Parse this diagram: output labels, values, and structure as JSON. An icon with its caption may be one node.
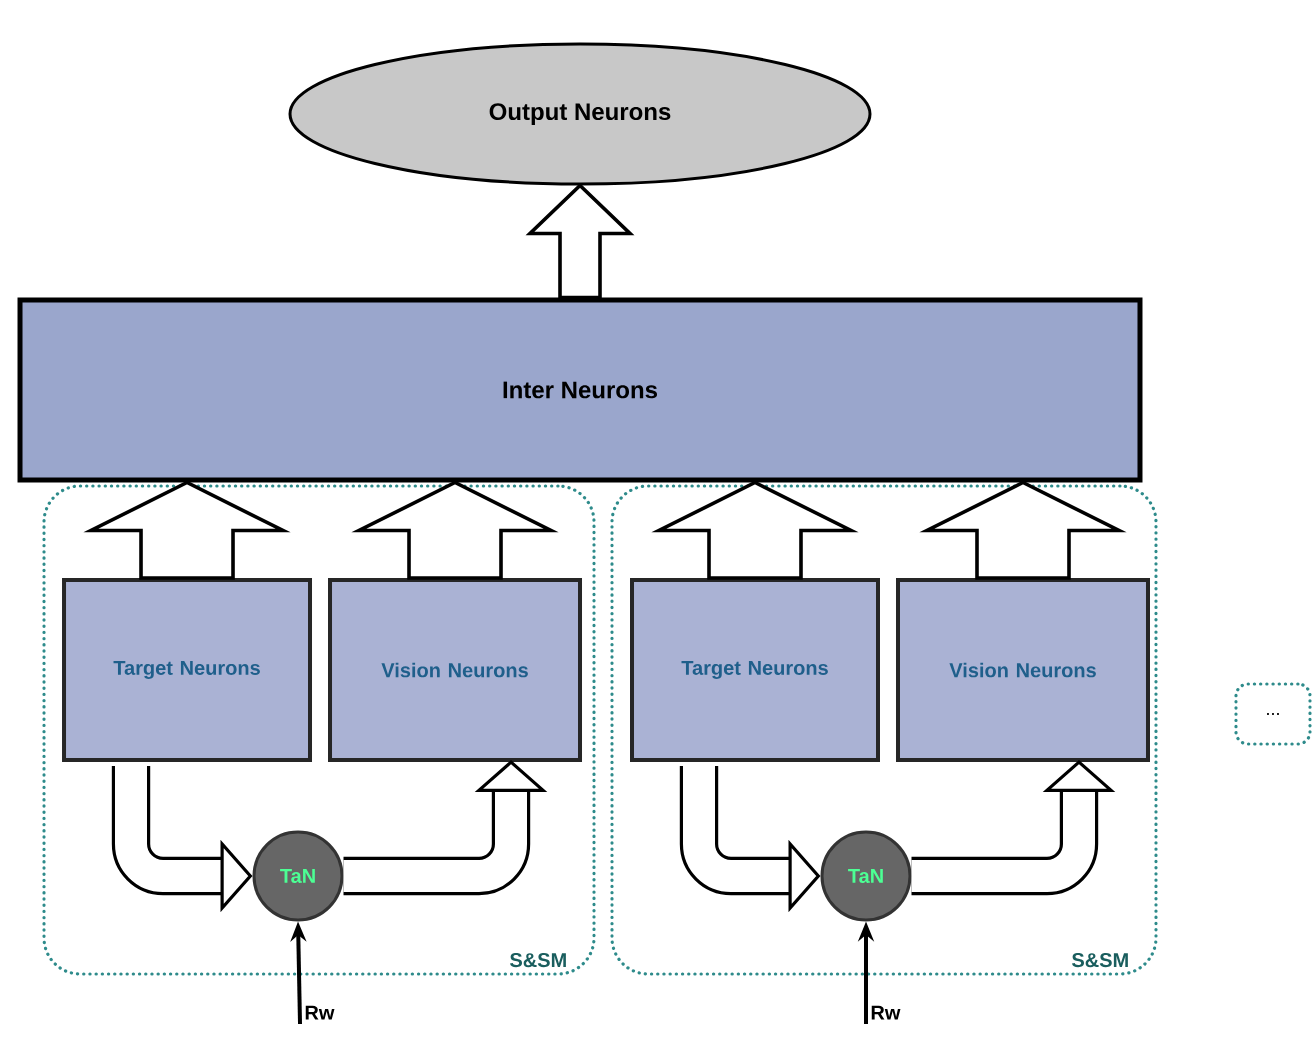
{
  "diagram": {
    "nodes": [
      {
        "text": [
          "Output Neurons"
        ]
      },
      {
        "text": [
          "Inter Neurons"
        ]
      },
      {
        "text": [
          "S&SM"
        ]
      },
      {
        "text": [
          "Target Neurons"
        ],
        "in": 2
      },
      {
        "text": [
          "Vision Neurons"
        ],
        "in": 2
      },
      {
        "text": [
          "TaN"
        ],
        "in": 2
      },
      {
        "text": [
          "S&SM"
        ]
      },
      {
        "text": [
          "Target Neurons"
        ],
        "in": 6
      },
      {
        "text": [
          "Vision Neurons"
        ],
        "in": 6
      },
      {
        "text": [
          "TaN"
        ],
        "in": 6
      },
      {
        "text": [
          "..."
        ]
      }
    ],
    "edges": [
      {
        "from": 1,
        "to": 0,
        "arrow": "to"
      },
      {
        "from": 3,
        "to": 1,
        "arrow": "to"
      },
      {
        "from": 4,
        "to": 1,
        "arrow": "to"
      },
      {
        "from": 7,
        "to": 1,
        "arrow": "to"
      },
      {
        "from": 8,
        "to": 1,
        "arrow": "to"
      },
      {
        "from": 3,
        "to": 5,
        "arrow": "to"
      },
      {
        "from": 5,
        "to": 4,
        "arrow": "to"
      },
      {
        "from": 7,
        "to": 9,
        "arrow": "to"
      },
      {
        "from": 9,
        "to": 8,
        "arrow": "to"
      },
      {
        "from": null,
        "to": 5,
        "arrow": "to",
        "label": "Rw"
      },
      {
        "from": null,
        "to": 9,
        "arrow": "to",
        "label": "Rw"
      }
    ]
  }
}
